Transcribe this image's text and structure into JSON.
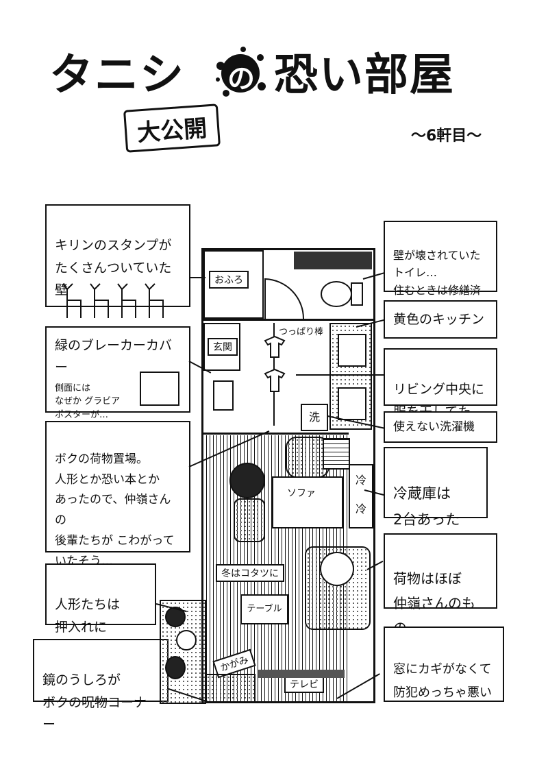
{
  "title": {
    "part1": "タニシ",
    "no": "の",
    "part2": "恐い部屋",
    "badge": "大公開",
    "episode": "〜6軒目〜"
  },
  "callouts": {
    "giraffe": "キリンのスタンプが\nたくさんついていた壁",
    "breaker_title": "緑のブレーカーカバー",
    "breaker_note": "側面には\nなぜか グラビア\nポスターが…",
    "storage": "ボクの荷物置場。\n人形とか恐い本とか\nあったので、仲嶺さんの\n後輩たちが こわがって\nいたそう…",
    "dolls_closet": "人形たちは\n押入れに",
    "mirror": "鏡のうしろが\nボクの呪物コーナー",
    "toilet": "壁が壊されていた\nトイレ…\n住むときは修繕済み",
    "kitchen": "黄色のキッチン",
    "living": "リビング中央に\n服を干してた",
    "washer": "使えない洗濯機",
    "fridge": "冷蔵庫は\n2台あった",
    "belongings": "荷物はほぼ\n仲嶺さんのもの",
    "window": "窓にカギがなくて\n防犯めっちゃ悪い"
  },
  "floorplan": {
    "bath": "おふろ",
    "entrance": "玄関",
    "pole": "つっぱり棒",
    "wash": "洗",
    "sofa": "ソファ",
    "fridge1": "冷",
    "fridge2": "冷",
    "kotatsu": "冬はコタツに",
    "table": "テーブル",
    "mirror": "かがみ",
    "tv": "テレビ"
  }
}
